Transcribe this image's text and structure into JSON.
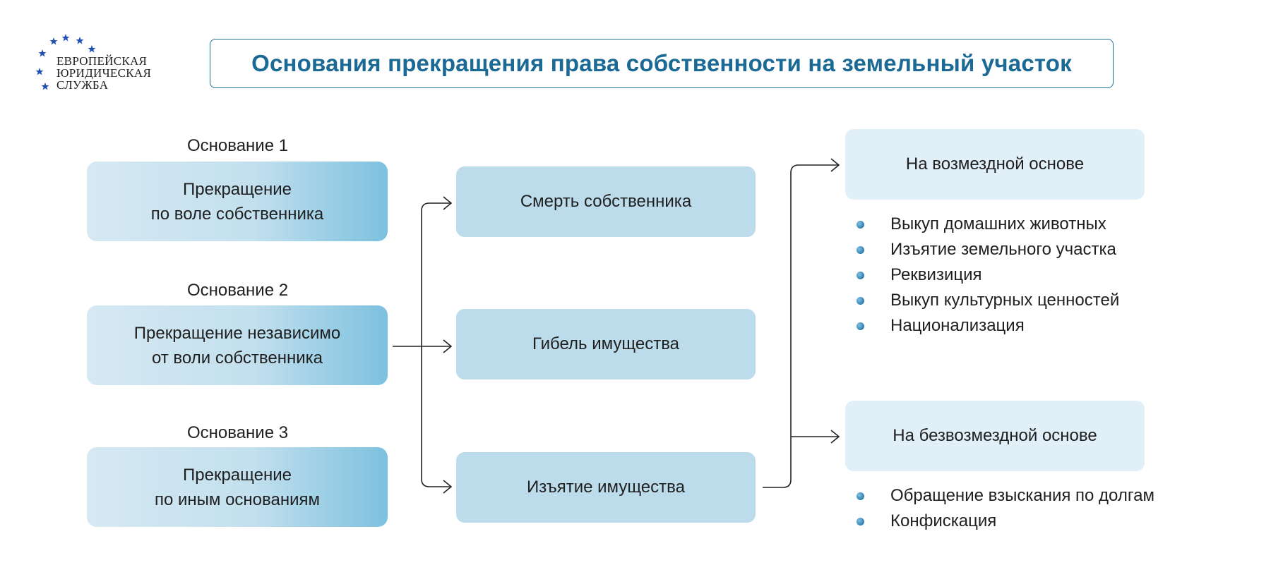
{
  "logo": {
    "line1": "ЕВРОПЕЙСКАЯ",
    "line2": "ЮРИДИЧЕСКАЯ",
    "line3": "СЛУЖБА",
    "star_color": "#1f4fb5"
  },
  "title": "Основания прекращения права собственности на земельный участок",
  "grounds": [
    {
      "caption": "Основание 1",
      "line1": "Прекращение",
      "line2": "по воле собственника"
    },
    {
      "caption": "Основание 2",
      "line1": "Прекращение независимо",
      "line2": "от воли собственника"
    },
    {
      "caption": "Основание 3",
      "line1": "Прекращение",
      "line2": "по иным основаниям"
    }
  ],
  "middle": [
    {
      "label": "Смерть собственника"
    },
    {
      "label": "Гибель имущества"
    },
    {
      "label": "Изъятие имущества"
    }
  ],
  "right": [
    {
      "label": "На возмездной основе",
      "items": [
        "Выкуп домашних животных",
        "Изъятие земельного участка",
        "Реквизиция",
        "Выкуп культурных ценностей",
        "Национализация"
      ]
    },
    {
      "label": "На безвозмездной основе",
      "items": [
        "Обращение взыскания по долгам",
        "Конфискация"
      ]
    }
  ],
  "colors": {
    "title_text": "#1a6a95",
    "middle_box": "#bcdcec",
    "right_box": "#e0eff8",
    "left_gradient_end": "#7cc1df",
    "connector": "#222222"
  }
}
